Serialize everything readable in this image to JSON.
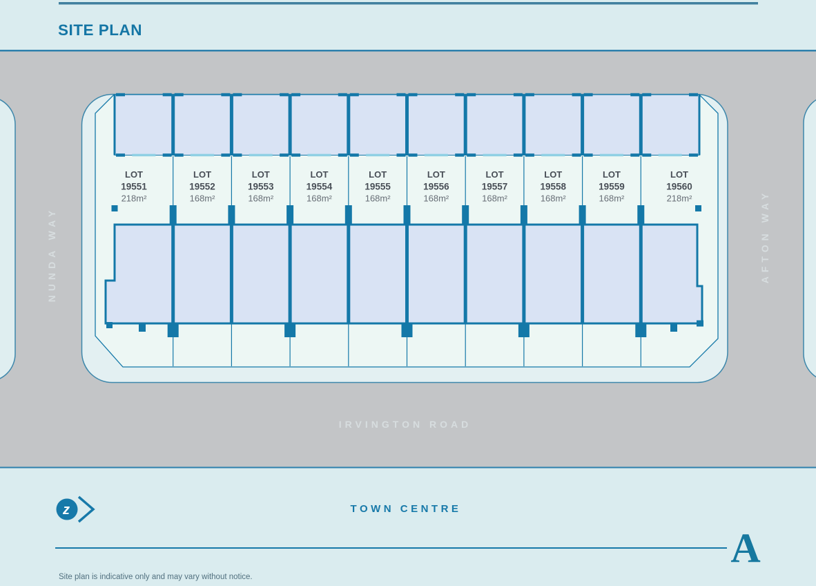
{
  "header": {
    "title": "SITE PLAN"
  },
  "roads": {
    "left": "NUNDA WAY",
    "right": "AFTON WAY",
    "bottom": "IRVINGTON ROAD"
  },
  "town_centre_label": "TOWN CENTRE",
  "lots": [
    {
      "label": "LOT",
      "number": "19551",
      "area": "218m²"
    },
    {
      "label": "LOT",
      "number": "19552",
      "area": "168m²"
    },
    {
      "label": "LOT",
      "number": "19553",
      "area": "168m²"
    },
    {
      "label": "LOT",
      "number": "19554",
      "area": "168m²"
    },
    {
      "label": "LOT",
      "number": "19555",
      "area": "168m²"
    },
    {
      "label": "LOT",
      "number": "19556",
      "area": "168m²"
    },
    {
      "label": "LOT",
      "number": "19557",
      "area": "168m²"
    },
    {
      "label": "LOT",
      "number": "19558",
      "area": "168m²"
    },
    {
      "label": "LOT",
      "number": "19559",
      "area": "168m²"
    },
    {
      "label": "LOT",
      "number": "19560",
      "area": "218m²"
    }
  ],
  "footer": {
    "logo_letter": "z",
    "monogram": "A",
    "disclaimer": "Site plan is indicative only and may vary without notice."
  },
  "colors": {
    "accent_blue": "#1779a9",
    "line_blue": "#1478a8",
    "light_gate_blue": "#8fd0e4",
    "lot_fill": "#d9e3f4",
    "inner_fill": "#edf7f4",
    "block_fill": "#e3f0f2",
    "road_gray": "#c3c5c7",
    "panel_bg": "#daecef",
    "text_dark": "#484e56",
    "text_gray": "#676e76",
    "road_text": "#d7dddf"
  }
}
